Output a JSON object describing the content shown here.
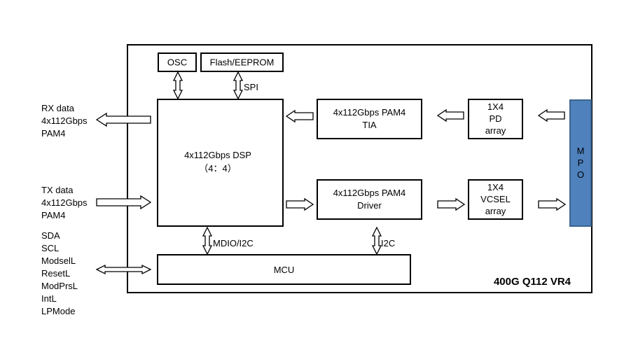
{
  "external_labels": {
    "rx": [
      "RX data",
      "4x112Gbps",
      "PAM4"
    ],
    "tx": [
      "TX data",
      "4x112Gbps",
      "PAM4"
    ],
    "mgmt": [
      "SDA",
      "SCL",
      "ModselL",
      "ResetL",
      "ModPrsL",
      "IntL",
      "LPMode"
    ]
  },
  "blocks": {
    "osc": "OSC",
    "flash": "Flash/EEPROM",
    "dsp": [
      "4x112Gbps DSP",
      "（4：4）"
    ],
    "tia": [
      "4x112Gbps PAM4",
      "TIA"
    ],
    "driver": [
      "4x112Gbps PAM4",
      "Driver"
    ],
    "pd": [
      "1X4",
      "PD",
      "array"
    ],
    "vcsel": [
      "1X4",
      "VCSEL",
      "array"
    ],
    "mcu": "MCU",
    "mpo": [
      "M",
      "P",
      "O"
    ]
  },
  "links": {
    "spi": "SPI",
    "mdio": "MDIO/I2C",
    "i2c": "I2C"
  },
  "module_title": "400G Q112 VR4",
  "colors": {
    "mpo_fill": "#4f81bd",
    "mpo_stroke": "#3a6590",
    "mpo_text": "#ffffff",
    "line": "#000000"
  }
}
